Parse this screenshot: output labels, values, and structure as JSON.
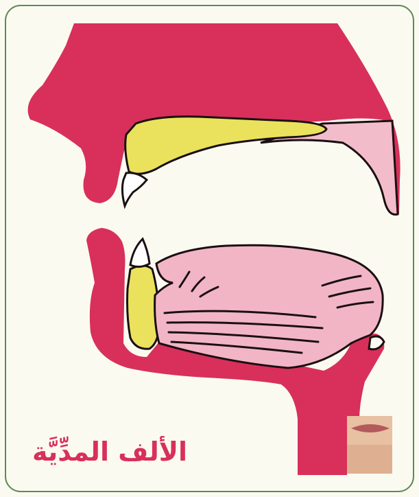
{
  "caption": "الألف المدِّيَّة",
  "colors": {
    "background": "#fbfaf1",
    "border": "#5d8a55",
    "flesh": "#d8305a",
    "tongue": "#f2b5c6",
    "soft_palate": "#f3bccb",
    "bone": "#eae25c",
    "teeth": "#ffffff",
    "outline": "#1a0f12",
    "vocal_cords": "#e8c0a2"
  },
  "parts": [
    "upper-lip",
    "lower-lip",
    "palate-bone",
    "jaw-bone",
    "upper-teeth",
    "lower-teeth",
    "soft-palate",
    "tongue",
    "uvula",
    "throat-wall",
    "vocal-cords"
  ]
}
